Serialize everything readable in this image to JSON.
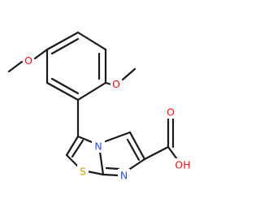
{
  "atoms": [
    {
      "id": "O1",
      "label": "O",
      "name": "atom-o-methoxy-left",
      "color": "#ff0d0d"
    },
    {
      "id": "O2",
      "label": "O",
      "name": "atom-o-methoxy-right",
      "color": "#ff0d0d"
    },
    {
      "id": "N1",
      "label": "N",
      "name": "atom-n-bridgehead",
      "color": "#3050f8"
    },
    {
      "id": "S1",
      "label": "S",
      "name": "atom-s-thiazole",
      "color": "#c8a000"
    },
    {
      "id": "N2",
      "label": "N",
      "name": "atom-n-imidazole",
      "color": "#3050f8"
    },
    {
      "id": "O3",
      "label": "O",
      "name": "atom-o-carbonyl",
      "color": "#ff0d0d"
    },
    {
      "id": "OH",
      "label": "OH",
      "name": "atom-oh-hydroxyl",
      "color": "#ff0d0d"
    }
  ]
}
